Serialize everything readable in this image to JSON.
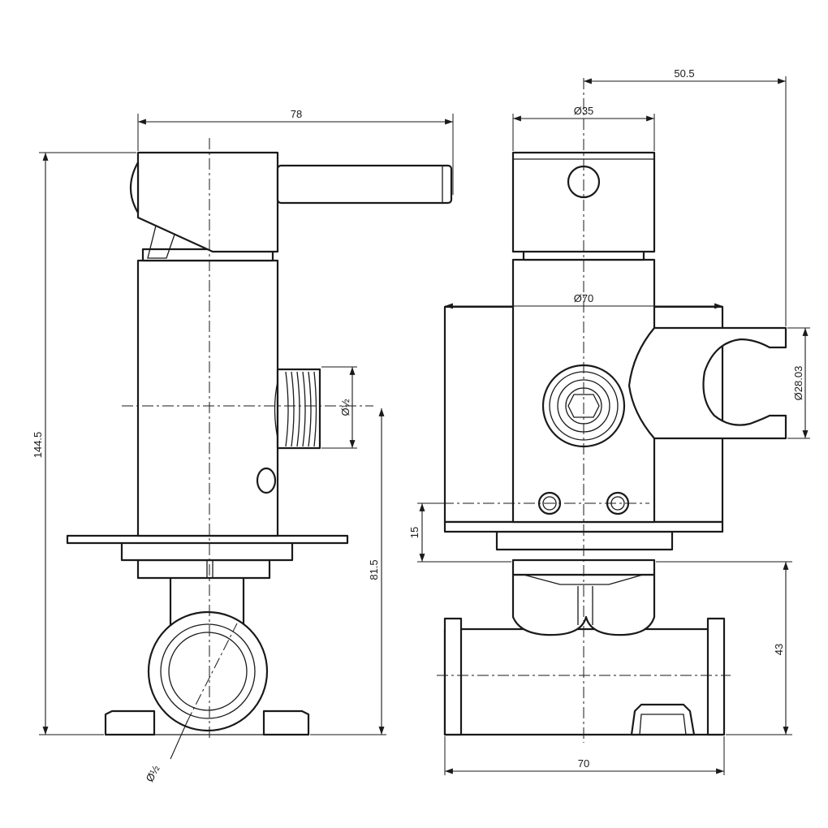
{
  "dimensions": {
    "overall_width": "78",
    "overall_height": "144.5",
    "thread_left": "Ø½",
    "lower_height": "81.5",
    "bottom_thread": "Ø½",
    "offset_top": "50.5",
    "cap_diameter": "Ø35",
    "flange_diameter": "Ø70",
    "holder_diameter": "Ø28.03",
    "depth_15": "15",
    "inlet_height": "43",
    "base_width": "70"
  },
  "colors": {
    "line": "#1a1a1a",
    "background": "#ffffff"
  }
}
